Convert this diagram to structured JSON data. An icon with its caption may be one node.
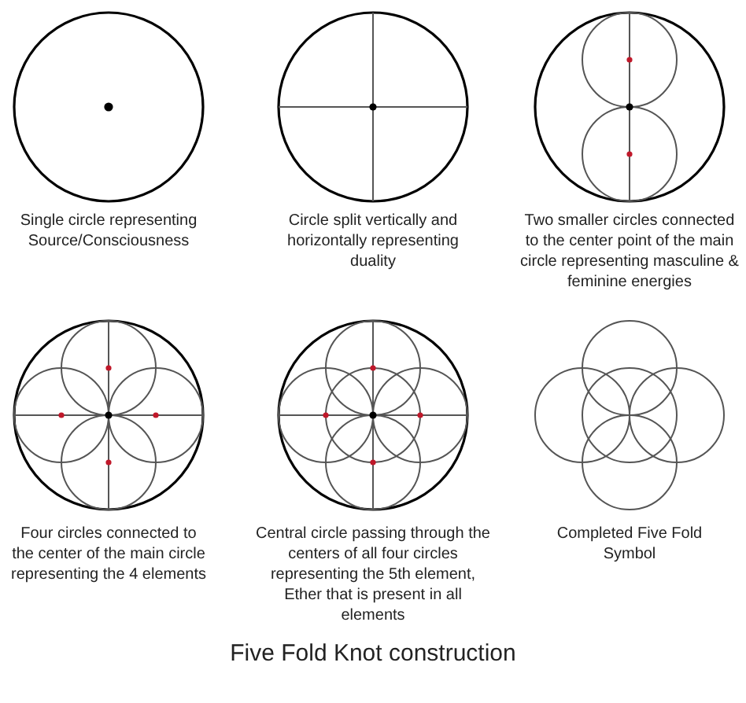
{
  "diagram": {
    "title": "Five Fold Knot construction",
    "labels": [
      "Single circle representing Source/Consciousness",
      "Circle split vertically and horizontally representing duality",
      "Two smaller circles connected to the center point of the main circle representing masculine & feminine energies",
      "Four circles connected to the center of the main circle representing the 4 elements",
      "Central circle passing through the centers of all four circles representing the 5th element, Ether that is present in all elements",
      "Completed Five Fold Symbol"
    ]
  }
}
